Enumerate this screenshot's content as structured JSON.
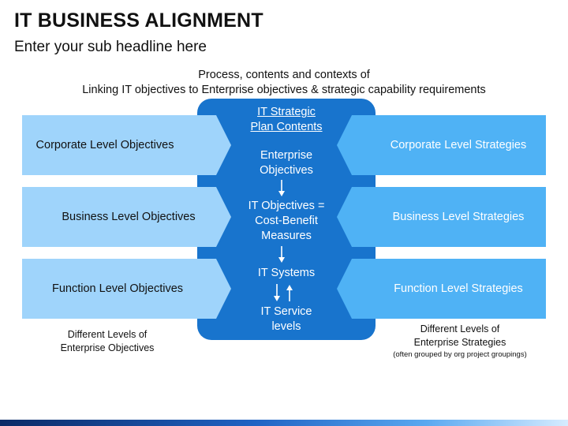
{
  "slide": {
    "title": "IT BUSINESS ALIGNMENT",
    "subtitle": "Enter your sub headline here"
  },
  "caption": {
    "line1": "Process, contents and contexts of",
    "line2": "Linking IT objectives to Enterprise objectives & strategic capability requirements"
  },
  "left_column": {
    "items": [
      {
        "label": "Corporate Level Objectives"
      },
      {
        "label": "Business Level Objectives"
      },
      {
        "label": "Function Level Objectives"
      }
    ],
    "note_line1": "Different Levels of",
    "note_line2": "Enterprise Objectives"
  },
  "center": {
    "title_line1": "IT Strategic",
    "title_line2": "Plan Contents",
    "item1_line1": "Enterprise",
    "item1_line2": "Objectives",
    "item2_line1": "IT Objectives =",
    "item2_line2": "Cost-Benefit",
    "item2_line3": "Measures",
    "item3": "IT Systems",
    "item4_line1": "IT Service",
    "item4_line2": "levels"
  },
  "right_column": {
    "items": [
      {
        "label": "Corporate Level Strategies"
      },
      {
        "label": "Business Level Strategies"
      },
      {
        "label": "Function Level Strategies"
      }
    ],
    "note_line1": "Different Levels of",
    "note_line2": "Enterprise Strategies",
    "note_line3": "(often grouped by org project groupings)"
  },
  "colors": {
    "left_arrow_fill": "#9fd4fb",
    "right_arrow_fill": "#4fb2f5",
    "center_panel_fill": "#1874cd",
    "text_dark": "#111111",
    "text_light": "#ffffff"
  }
}
